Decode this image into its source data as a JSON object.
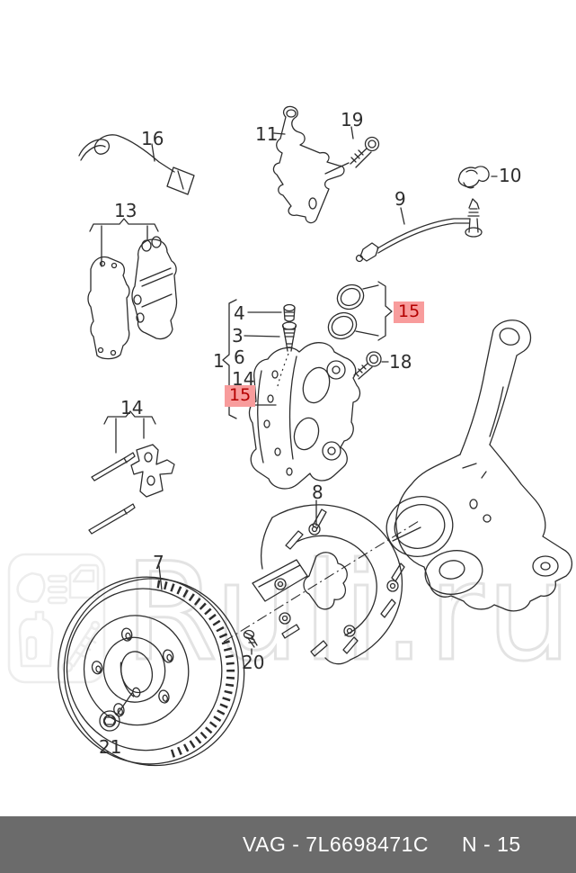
{
  "watermark": {
    "text": "Ruli.ru",
    "icon_names": [
      "headlight-icon",
      "car-door-icon",
      "oil-canister-icon",
      "shock-absorber-icon"
    ]
  },
  "callouts": {
    "wear_sensor": {
      "num": "16",
      "highlighted": false
    },
    "brake_pads": {
      "num": "13",
      "highlighted": false
    },
    "retaining_springs": {
      "num": "14",
      "highlighted": false
    },
    "hose_bracket": {
      "num": "11",
      "highlighted": false
    },
    "bracket_screw": {
      "num": "19",
      "highlighted": false
    },
    "pipe_clip": {
      "num": "10",
      "highlighted": false
    },
    "brake_pipe": {
      "num": "9",
      "highlighted": false
    },
    "dust_cap": {
      "num": "4",
      "highlighted": false
    },
    "bleeder_valve": {
      "num": "3",
      "highlighted": false
    },
    "item_six": {
      "num": "6",
      "highlighted": false
    },
    "caliper_assembly": {
      "num": "1",
      "highlighted": false
    },
    "caliper_springs": {
      "num": "14",
      "highlighted": false
    },
    "repair_kit_left": {
      "num": "15",
      "highlighted": true
    },
    "repair_kit_right": {
      "num": "15",
      "highlighted": true
    },
    "guide_bolt": {
      "num": "18",
      "highlighted": false
    },
    "splash_shield": {
      "num": "8",
      "highlighted": false
    },
    "brake_disc": {
      "num": "7",
      "highlighted": false
    },
    "shield_screw": {
      "num": "20",
      "highlighted": false
    },
    "disc_screw": {
      "num": "21",
      "highlighted": false
    }
  },
  "footer": {
    "catalog_code": "VAG - 7L6698471C",
    "page_code": "N - 15"
  },
  "colors": {
    "line": "#2d2d2d",
    "highlight_bg": "#f89c9c",
    "highlight_text": "#b40000",
    "footer_bg": "#6b6b6b",
    "footer_text": "#ffffff",
    "watermark": "#e3e3e3"
  }
}
